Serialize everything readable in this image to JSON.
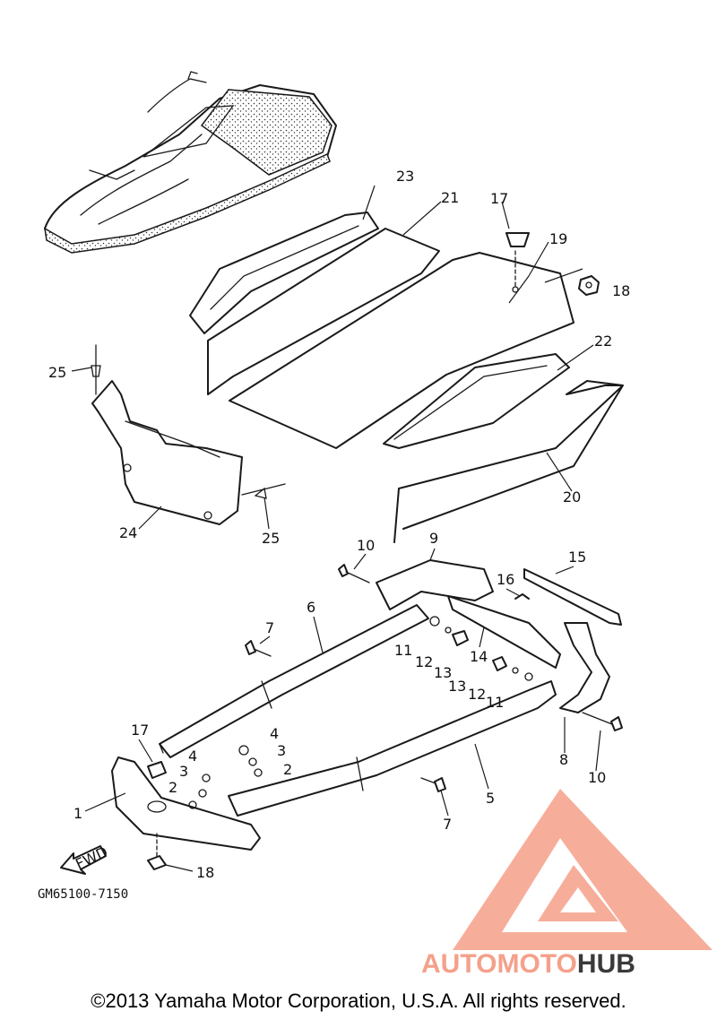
{
  "callouts": [
    {
      "id": "c23",
      "label": "23"
    },
    {
      "id": "c21",
      "label": "21"
    },
    {
      "id": "c17a",
      "label": "17"
    },
    {
      "id": "c19",
      "label": "19"
    },
    {
      "id": "c18a",
      "label": "18"
    },
    {
      "id": "c22",
      "label": "22"
    },
    {
      "id": "c25a",
      "label": "25"
    },
    {
      "id": "c24",
      "label": "24"
    },
    {
      "id": "c25b",
      "label": "25"
    },
    {
      "id": "c20",
      "label": "20"
    },
    {
      "id": "c10a",
      "label": "10"
    },
    {
      "id": "c9",
      "label": "9"
    },
    {
      "id": "c15",
      "label": "15"
    },
    {
      "id": "c16",
      "label": "16"
    },
    {
      "id": "c7a",
      "label": "7"
    },
    {
      "id": "c6",
      "label": "6"
    },
    {
      "id": "c11a",
      "label": "11"
    },
    {
      "id": "c12a",
      "label": "12"
    },
    {
      "id": "c13a",
      "label": "13"
    },
    {
      "id": "c14",
      "label": "14"
    },
    {
      "id": "c13b",
      "label": "13"
    },
    {
      "id": "c12b",
      "label": "12"
    },
    {
      "id": "c11b",
      "label": "11"
    },
    {
      "id": "c8",
      "label": "8"
    },
    {
      "id": "c10b",
      "label": "10"
    },
    {
      "id": "c17b",
      "label": "17"
    },
    {
      "id": "c4a",
      "label": "4"
    },
    {
      "id": "c3a",
      "label": "3"
    },
    {
      "id": "c2a",
      "label": "2"
    },
    {
      "id": "c4b",
      "label": "4"
    },
    {
      "id": "c3b",
      "label": "3"
    },
    {
      "id": "c2b",
      "label": "2"
    },
    {
      "id": "c1",
      "label": "1"
    },
    {
      "id": "c5",
      "label": "5"
    },
    {
      "id": "c7b",
      "label": "7"
    },
    {
      "id": "c18b",
      "label": "18"
    }
  ],
  "fwd_label": "FWD",
  "diagram_code": "GM65100-7150",
  "watermark": {
    "part1": "AUTOMOTO",
    "part2": "HUB",
    "color_primary": "#f5a08a",
    "color_secondary": "#3a3a3a"
  },
  "copyright": "©2013 Yamaha Motor Corporation, U.S.A. All rights reserved."
}
